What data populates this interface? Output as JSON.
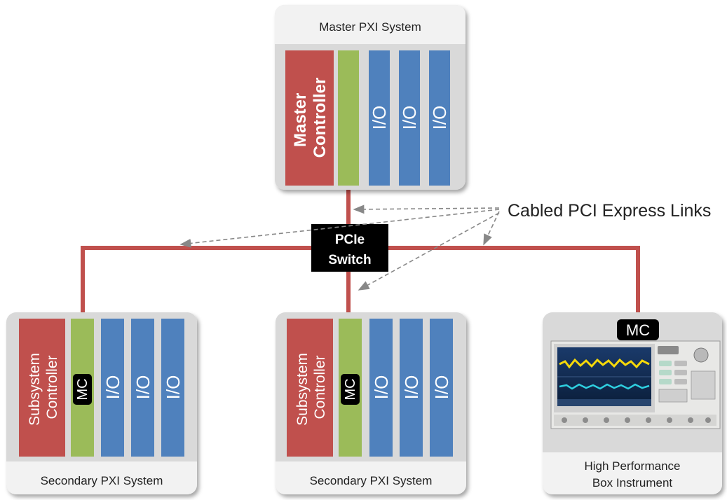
{
  "master": {
    "title": "Master PXI System",
    "controller_line1": "Master",
    "controller_line2": "Controller",
    "io_labels": [
      "I/O",
      "I/O",
      "I/O"
    ]
  },
  "switch": {
    "line1": "PCIe",
    "line2": "Switch"
  },
  "links_label": "Cabled PCI Express Links",
  "secondary_left": {
    "title": "Secondary PXI System",
    "controller_line1": "Subsystem",
    "controller_line2": "Controller",
    "mc_label": "MC",
    "io_labels": [
      "I/O",
      "I/O",
      "I/O"
    ]
  },
  "secondary_middle": {
    "title": "Secondary PXI System",
    "controller_line1": "Subsystem",
    "controller_line2": "Controller",
    "mc_label": "MC",
    "io_labels": [
      "I/O",
      "I/O",
      "I/O"
    ]
  },
  "box_instrument": {
    "mc_label": "MC",
    "title_line1": "High Performance",
    "title_line2": "Box Instrument"
  },
  "colors": {
    "controller_red": "#c0504d",
    "mc_green": "#9bbb59",
    "io_blue": "#4f81bd",
    "link_red": "#c0504d",
    "chassis_gray": "#d9d9d9",
    "label_bar": "#f2f2f2"
  }
}
